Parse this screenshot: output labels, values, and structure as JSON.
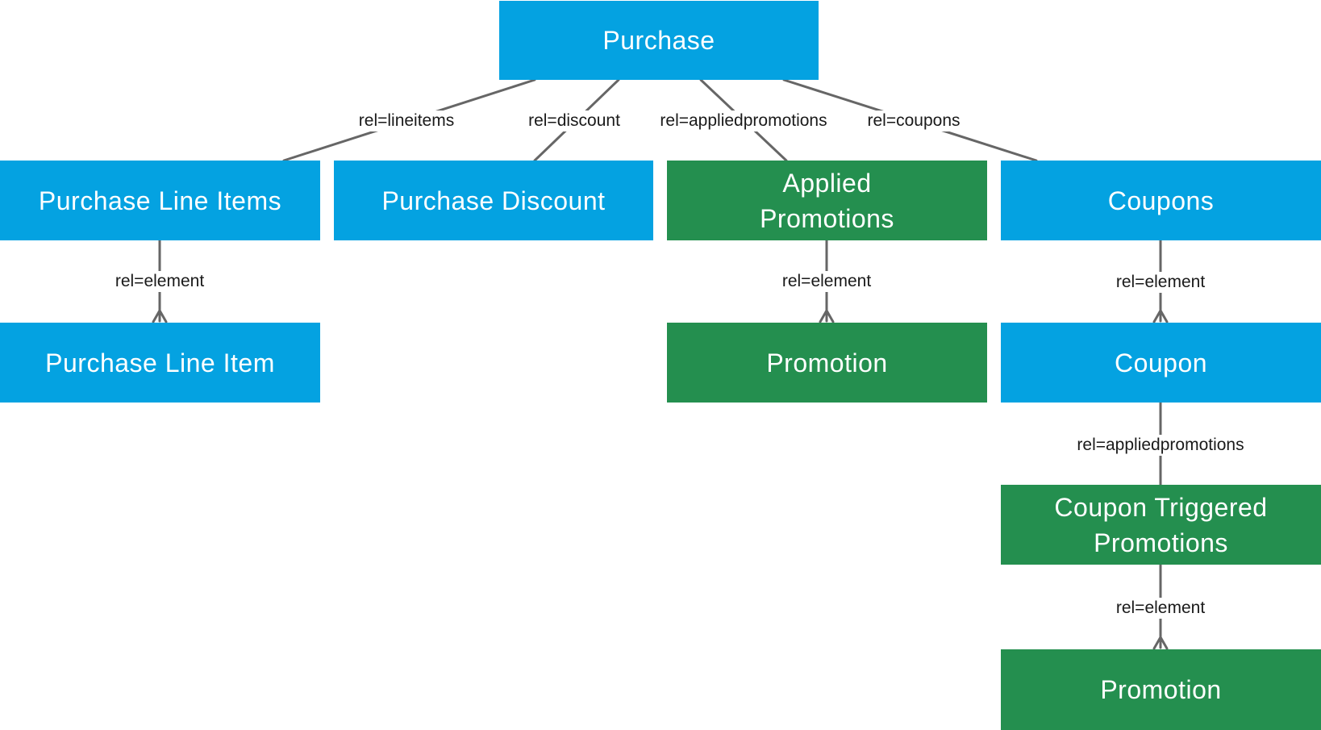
{
  "colors": {
    "blue_node": "#04a2e1",
    "green_node": "#248f4f",
    "connector": "#666666",
    "label_text": "#1a1a1a"
  },
  "nodes": {
    "purchase": {
      "label": "Purchase",
      "color": "blue"
    },
    "line_items": {
      "label": "Purchase Line Items",
      "color": "blue"
    },
    "discount": {
      "label": "Purchase Discount",
      "color": "blue"
    },
    "applied_promotions": {
      "label": "Applied Promotions",
      "color": "green"
    },
    "coupons": {
      "label": "Coupons",
      "color": "blue"
    },
    "line_item": {
      "label": "Purchase Line Item",
      "color": "blue"
    },
    "promotion_1": {
      "label": "Promotion",
      "color": "green"
    },
    "coupon": {
      "label": "Coupon",
      "color": "blue"
    },
    "coupon_triggered": {
      "label": "Coupon Triggered Promotions",
      "color": "green"
    },
    "promotion_2": {
      "label": "Promotion",
      "color": "green"
    }
  },
  "relations": {
    "lineitems": "rel=lineitems",
    "discount": "rel=discount",
    "appliedpromotions": "rel=appliedpromotions",
    "coupons": "rel=coupons",
    "element_1": "rel=element",
    "element_2": "rel=element",
    "element_3": "rel=element",
    "coupon_appliedpromotions": "rel=appliedpromotions",
    "element_4": "rel=element"
  }
}
